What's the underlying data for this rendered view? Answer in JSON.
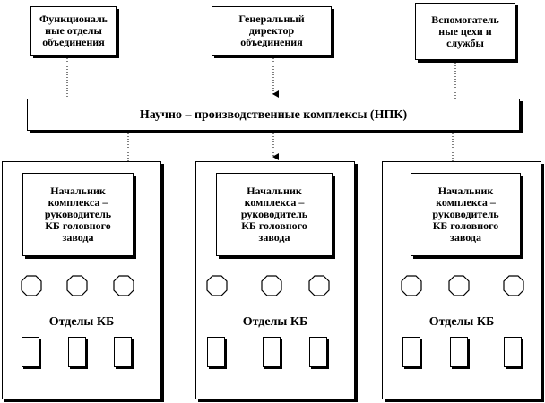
{
  "top_boxes": {
    "functional": "Функциональ\nные отделы\nобъединения",
    "director": "Генеральный\nдиректор\nобъединения",
    "auxiliary": "Вспомогатель\nные цехи и\nслужбы"
  },
  "npk_bar": "Научно – производственные комплексы (НПК)",
  "columns": [
    {
      "head": "Начальник\nкомплекса –\nруководитель\nКБ головного\nзавода",
      "kb_label": "Отделы КБ"
    },
    {
      "head": "Начальник\nкомплекса –\nруководитель\nКБ головного\nзавода",
      "kb_label": "Отделы КБ"
    },
    {
      "head": "Начальник\nкомплекса –\nруководитель\nКБ головного\nзавода",
      "kb_label": "Отделы КБ"
    }
  ]
}
